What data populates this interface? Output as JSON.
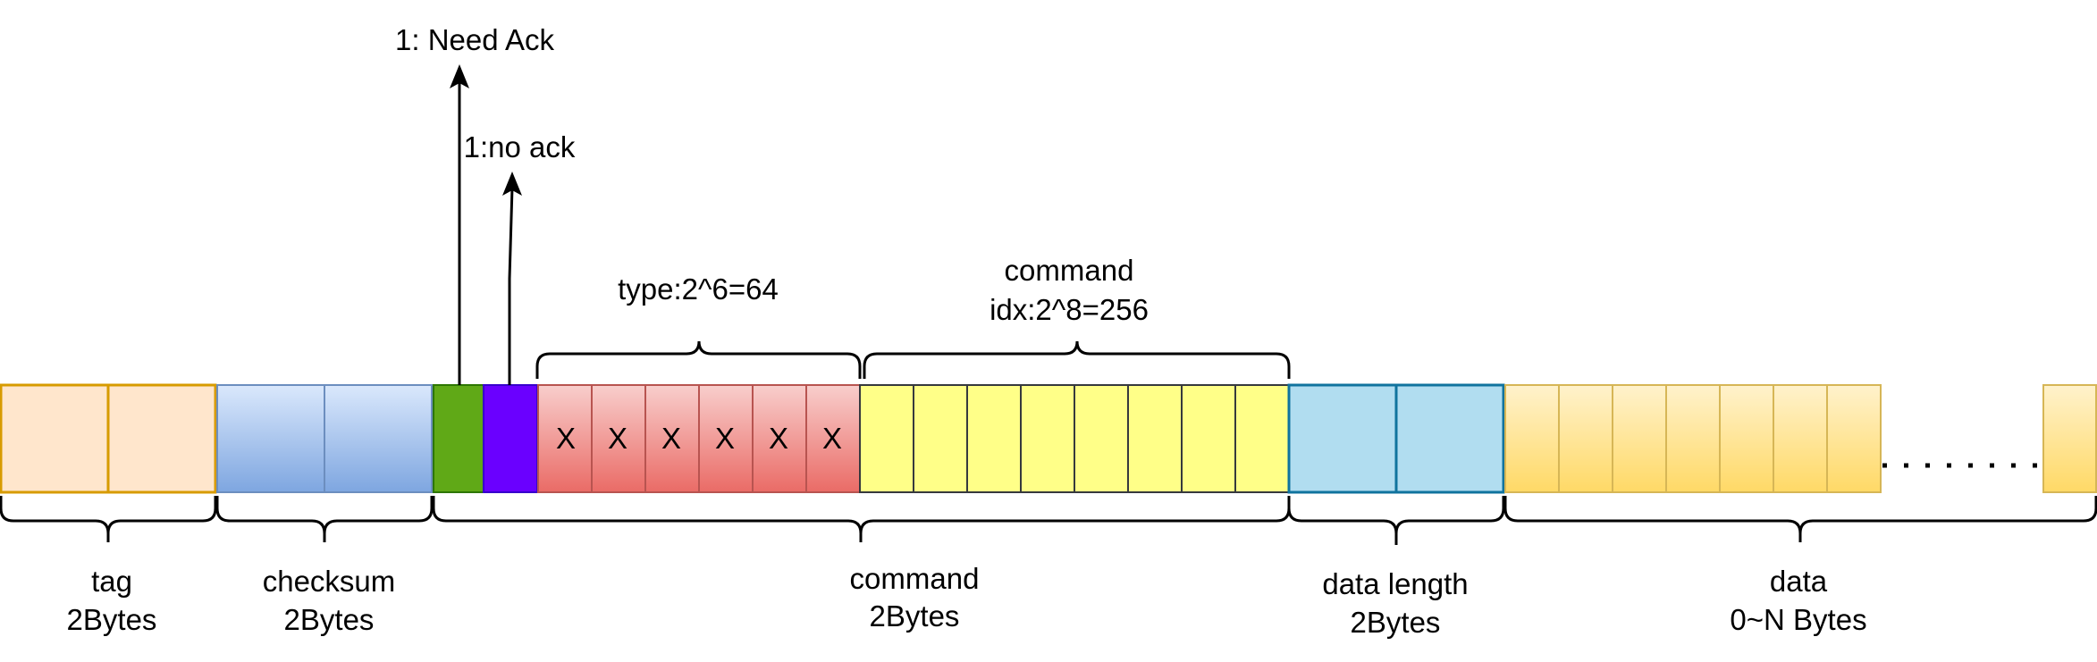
{
  "annotations": {
    "need_ack": "1: Need Ack",
    "no_ack": "1:no ack",
    "type": "type:2^6=64",
    "command_idx_line1": "command",
    "command_idx_line2": "idx:2^8=256",
    "x_mark": "X"
  },
  "fields": {
    "tag": {
      "name": "tag",
      "size": "2Bytes"
    },
    "checksum": {
      "name": "checksum",
      "size": "2Bytes"
    },
    "command": {
      "name": "command",
      "size": "2Bytes"
    },
    "data_length": {
      "name": "data length",
      "size": "2Bytes"
    },
    "data": {
      "name": "data",
      "size": "0~N Bytes"
    }
  },
  "colors": {
    "tag_fill": "#ffe6cc",
    "tag_stroke": "#d79b00",
    "checksum_top": "#dae8fc",
    "checksum_bottom": "#7ea6e0",
    "checksum_stroke": "#6c8ebf",
    "need_ack_bit": "#60a917",
    "no_ack_bit": "#6a00ff",
    "type_top": "#f8cecc",
    "type_bottom": "#ea6b66",
    "type_stroke": "#b85450",
    "idx_fill": "#ffff88",
    "idx_stroke": "#36393d",
    "data_length_fill": "#b1ddf0",
    "data_length_stroke": "#10739e",
    "data_top": "#fff2cc",
    "data_bottom": "#ffd966",
    "data_stroke": "#d6b656"
  }
}
